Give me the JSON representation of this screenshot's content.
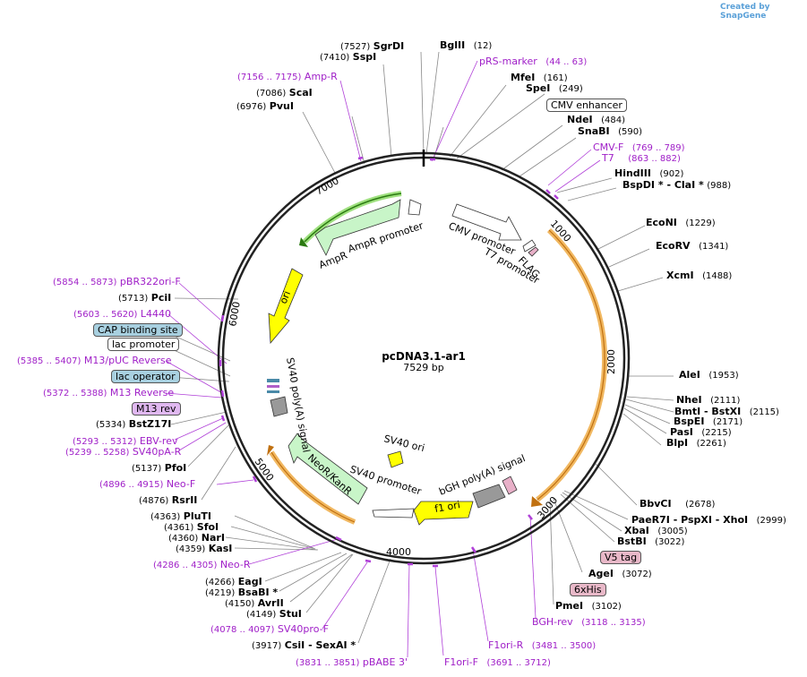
{
  "credit": {
    "prefix": "Created by",
    "brand": "SnapGene"
  },
  "plasmid": {
    "name": "pcDNA3.1-ar1",
    "size": "7529 bp",
    "length": 7529
  },
  "colors": {
    "primer": "#a020c8",
    "orange": "#f0a030",
    "green": "#7be07b",
    "yellow": "#ffff00"
  },
  "ticks": [
    "1000",
    "2000",
    "3000",
    "4000",
    "5000",
    "6000",
    "7000"
  ],
  "sites": [
    {
      "name": "SgrDI",
      "pos": "(7527)"
    },
    {
      "name": "SspI",
      "pos": "(7410)"
    },
    {
      "name": "BglII",
      "pos": "(12)"
    },
    {
      "name": "ScaI",
      "pos": "(7086)"
    },
    {
      "name": "PvuI",
      "pos": "(6976)"
    },
    {
      "name": "MfeI",
      "pos": "(161)"
    },
    {
      "name": "SpeI",
      "pos": "(249)"
    },
    {
      "name": "NdeI",
      "pos": "(484)"
    },
    {
      "name": "SnaBI",
      "pos": "(590)"
    },
    {
      "name": "HindIII",
      "pos": "(902)"
    },
    {
      "name": "BspDI *  - ClaI *",
      "pos": "(988)"
    },
    {
      "name": "EcoNI",
      "pos": "(1229)"
    },
    {
      "name": "EcoRV",
      "pos": "(1341)"
    },
    {
      "name": "XcmI",
      "pos": "(1488)"
    },
    {
      "name": "AleI",
      "pos": "(1953)"
    },
    {
      "name": "NheI",
      "pos": "(2111)"
    },
    {
      "name": "BmtI  - BstXI",
      "pos": "(2115)"
    },
    {
      "name": "BspEI",
      "pos": "(2171)"
    },
    {
      "name": "PasI",
      "pos": "(2215)"
    },
    {
      "name": "BlpI",
      "pos": "(2261)"
    },
    {
      "name": "BbvCI",
      "pos": "(2678)"
    },
    {
      "name": "PaeR7I  - PspXI  - XhoI",
      "pos": "(2999)"
    },
    {
      "name": "XbaI",
      "pos": "(3005)"
    },
    {
      "name": "BstBI",
      "pos": "(3022)"
    },
    {
      "name": "AgeI",
      "pos": "(3072)"
    },
    {
      "name": "PmeI",
      "pos": "(3102)"
    },
    {
      "name": "PciI",
      "pos": "(5713)"
    },
    {
      "name": "BstZ17I",
      "pos": "(5334)"
    },
    {
      "name": "PfoI",
      "pos": "(5137)"
    },
    {
      "name": "RsrII",
      "pos": "(4876)"
    },
    {
      "name": "PluTI",
      "pos": "(4363)"
    },
    {
      "name": "SfoI",
      "pos": "(4361)"
    },
    {
      "name": "NarI",
      "pos": "(4360)"
    },
    {
      "name": "KasI",
      "pos": "(4359)"
    },
    {
      "name": "EagI",
      "pos": "(4266)"
    },
    {
      "name": "BsaBI *",
      "pos": "(4219)"
    },
    {
      "name": "AvrII",
      "pos": "(4150)"
    },
    {
      "name": "StuI",
      "pos": "(4149)"
    },
    {
      "name": "CsiI  - SexAI *",
      "pos": "(3917)"
    }
  ],
  "primers": [
    {
      "name": "pRS-marker",
      "range": "(44 .. 63)"
    },
    {
      "name": "Amp-R",
      "range": "(7156 .. 7175)"
    },
    {
      "name": "CMV-F",
      "range": "(769 .. 789)"
    },
    {
      "name": "T7",
      "range": "(863 .. 882)"
    },
    {
      "name": "pBR322ori-F",
      "range": "(5854 .. 5873)"
    },
    {
      "name": "L4440",
      "range": "(5603 .. 5620)"
    },
    {
      "name": "M13/pUC Reverse",
      "range": "(5385 .. 5407)"
    },
    {
      "name": "M13 Reverse",
      "range": "(5372 .. 5388)"
    },
    {
      "name": "EBV-rev",
      "range": "(5293 .. 5312)"
    },
    {
      "name": "SV40pA-R",
      "range": "(5239 .. 5258)"
    },
    {
      "name": "Neo-F",
      "range": "(4896 .. 4915)"
    },
    {
      "name": "Neo-R",
      "range": "(4286 .. 4305)"
    },
    {
      "name": "SV40pro-F",
      "range": "(4078 .. 4097)"
    },
    {
      "name": "pBABE 3'",
      "range": "(3831 .. 3851)"
    },
    {
      "name": "F1ori-F",
      "range": "(3691 .. 3712)"
    },
    {
      "name": "F1ori-R",
      "range": "(3481 .. 3500)"
    },
    {
      "name": "BGH-rev",
      "range": "(3118 .. 3135)"
    }
  ],
  "boxed": [
    {
      "name": "CMV enhancer"
    },
    {
      "name": "CAP binding site"
    },
    {
      "name": "lac promoter"
    },
    {
      "name": "lac operator"
    },
    {
      "name": "M13 rev"
    },
    {
      "name": "V5 tag"
    },
    {
      "name": "6xHis"
    }
  ],
  "features": [
    "AmpR",
    "AmpR promoter",
    "ori",
    "CMV promoter",
    "T7 promoter",
    "FLAG",
    "SV40 poly(A) signal",
    "SV40 ori",
    "NeoR/KanR",
    "SV40 promoter",
    "bGH poly(A) signal",
    "f1 ori"
  ]
}
